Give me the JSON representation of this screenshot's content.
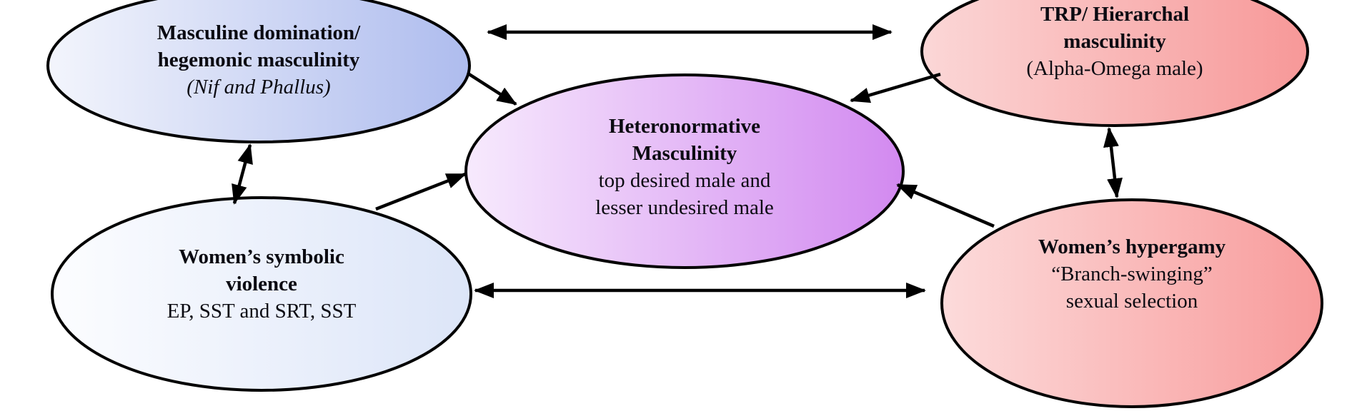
{
  "diagram": {
    "background_color": "#ffffff",
    "outline_color": "#000000",
    "arrow_color": "#000000",
    "nodes": [
      {
        "id": "masculine-domination",
        "lines": [
          "Masculine domination/",
          "hegemonic masculinity",
          "(Nif and Phallus)"
        ],
        "fill_from": "#f3f5fc",
        "fill_to": "#aebcee"
      },
      {
        "id": "trp-hierarchal-masculinity",
        "lines": [
          "TRP/ Hierarchal",
          "masculinity",
          "(Alpha-Omega male)"
        ],
        "fill_from": "#fbd7d7",
        "fill_to": "#f79898"
      },
      {
        "id": "heteronormative-masculinity",
        "lines": [
          "Heteronormative",
          "Masculinity",
          "top desired male and",
          "lesser undesired male"
        ],
        "fill_from": "#f7eafd",
        "fill_to": "#d289f0"
      },
      {
        "id": "womens-symbolic-violence",
        "lines": [
          "Women’s symbolic",
          "violence",
          "EP, SST and SRT, SST"
        ],
        "fill_from": "#fcfdff",
        "fill_to": "#dce5f8"
      },
      {
        "id": "womens-hypergamy",
        "lines": [
          "Women’s hypergamy",
          "“Branch-swinging”",
          "sexual selection"
        ],
        "fill_from": "#fcdbdb",
        "fill_to": "#f89b9b"
      }
    ],
    "edges": [
      {
        "from": "masculine-domination",
        "to": "trp-hierarchal-masculinity",
        "type": "bidirectional"
      },
      {
        "from": "masculine-domination",
        "to": "heteronormative-masculinity",
        "type": "directed"
      },
      {
        "from": "trp-hierarchal-masculinity",
        "to": "heteronormative-masculinity",
        "type": "directed"
      },
      {
        "from": "masculine-domination",
        "to": "womens-symbolic-violence",
        "type": "bidirectional"
      },
      {
        "from": "womens-symbolic-violence",
        "to": "heteronormative-masculinity",
        "type": "directed"
      },
      {
        "from": "womens-symbolic-violence",
        "to": "womens-hypergamy",
        "type": "bidirectional"
      },
      {
        "from": "trp-hierarchal-masculinity",
        "to": "womens-hypergamy",
        "type": "bidirectional"
      },
      {
        "from": "womens-hypergamy",
        "to": "heteronormative-masculinity",
        "type": "directed"
      }
    ]
  }
}
